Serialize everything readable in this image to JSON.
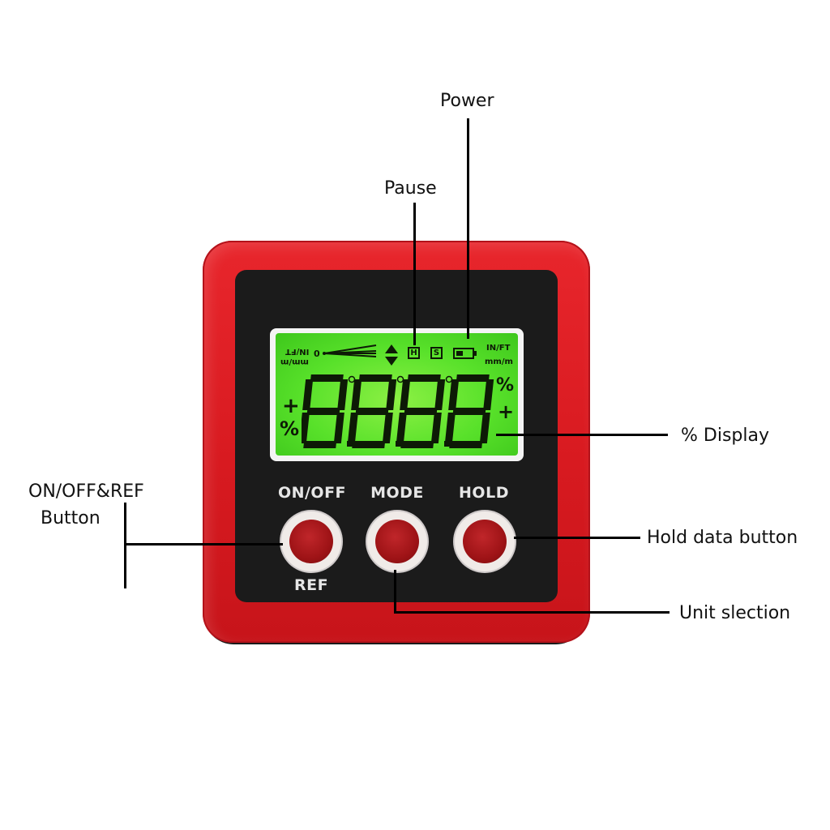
{
  "callouts": {
    "power": "Power",
    "pause": "Pause",
    "percent_display": "% Display",
    "on_off_ref_line1": "ON/OFF&REF",
    "on_off_ref_line2": "Button",
    "hold_data": "Hold data button",
    "unit_selection": "Unit slection"
  },
  "device": {
    "colors": {
      "body": "#d81a20",
      "faceplate": "#1b1b1b",
      "lcd": "#58e12a",
      "lines": "#000000"
    },
    "lcd": {
      "unit_left_top": "IN/FT",
      "unit_left_bottom": "mm/m",
      "zero": "0",
      "hold_indicator": "H",
      "s_indicator": "S",
      "unit_right_top": "IN/FT",
      "unit_right_bottom": "mm/m",
      "plus_left": "+",
      "percent_left": "%",
      "percent_right": "%",
      "plus_right": "+",
      "digits": "8888",
      "icons": [
        "slope-lines-icon",
        "up-down-arrow-icon",
        "battery-icon"
      ]
    },
    "buttons": {
      "on_off": {
        "label": "ON/OFF",
        "sublabel": "REF"
      },
      "mode": {
        "label": "MODE"
      },
      "hold": {
        "label": "HOLD"
      }
    }
  }
}
